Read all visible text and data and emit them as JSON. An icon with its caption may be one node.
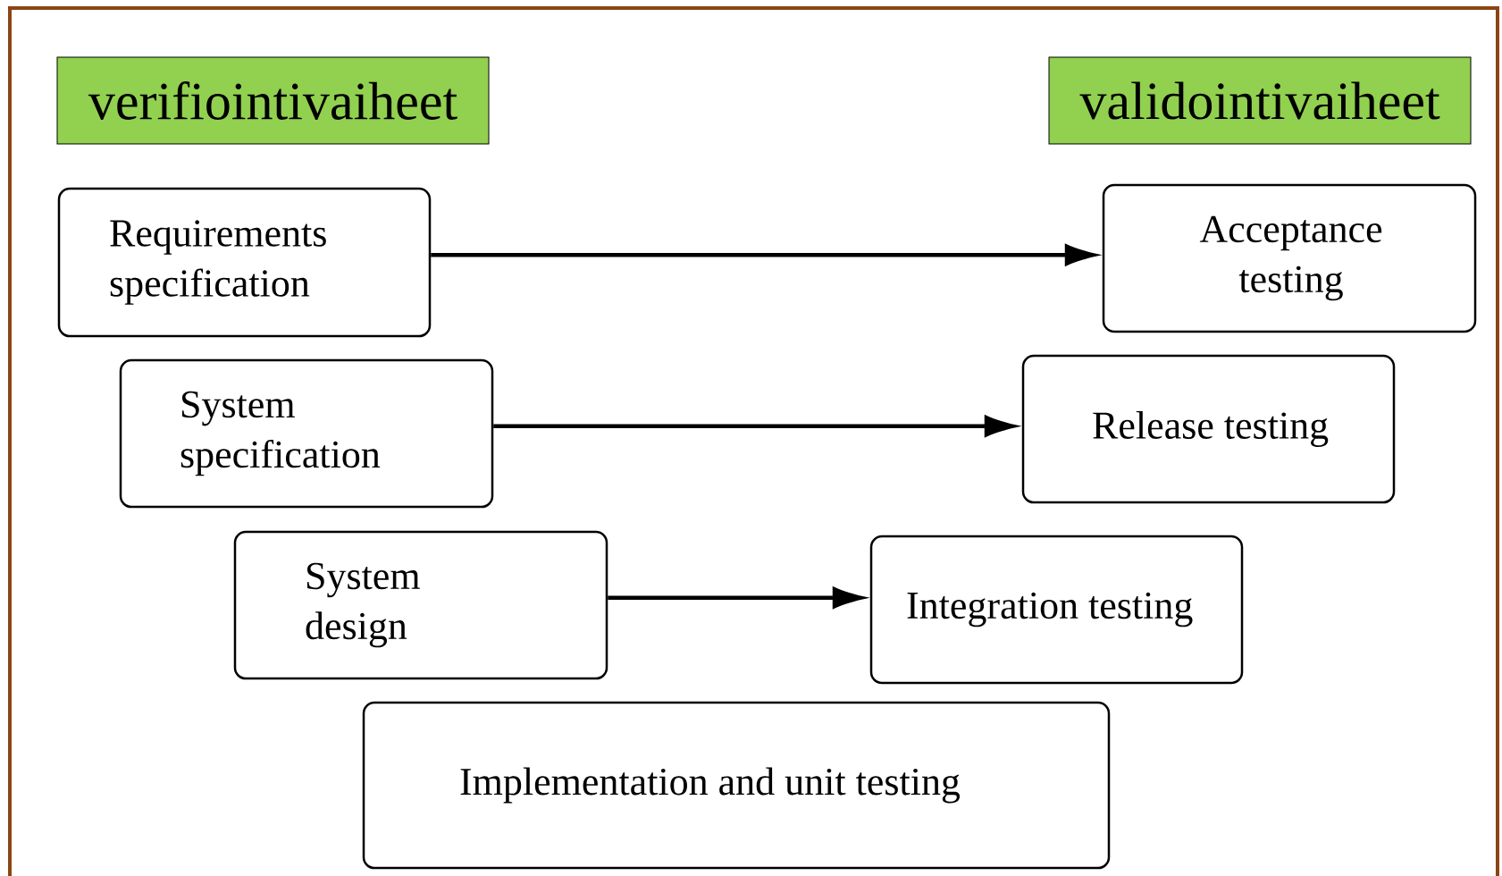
{
  "diagram": {
    "nodes": [
      {
        "text": [
          "verifiointivaiheet"
        ]
      },
      {
        "text": [
          "validointivaiheet"
        ]
      },
      {
        "text": [
          "Requirements specification"
        ]
      },
      {
        "text": [
          "Acceptance testing"
        ]
      },
      {
        "text": [
          "System specification"
        ]
      },
      {
        "text": [
          "Release testing"
        ]
      },
      {
        "text": [
          "System design"
        ]
      },
      {
        "text": [
          "Integration testing"
        ]
      },
      {
        "text": [
          "Implementation and unit testing"
        ]
      }
    ],
    "edges": [
      {
        "from": 2,
        "to": 3,
        "arrow": "to"
      },
      {
        "from": 4,
        "to": 5,
        "arrow": "to"
      },
      {
        "from": 6,
        "to": 7,
        "arrow": "to"
      }
    ]
  }
}
